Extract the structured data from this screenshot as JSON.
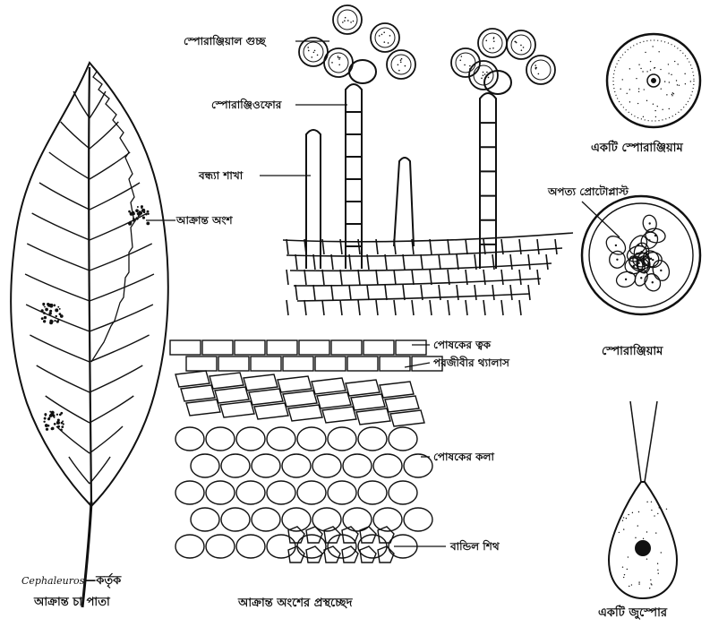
{
  "labels": {
    "sporangium_cluster": "স্পোরাঞ্জিয়াল গুচ্ছ",
    "sporangiophore": "স্পোরাঞ্জিওফোর",
    "sterile_branch": "বন্ধ্যা শাখা",
    "infected_part": "আক্রান্ত অংশ",
    "host_cuticle": "পোষকের ত্বক",
    "parasite_thallus": "পরজীবীর থ্যালাস",
    "host_tissue": "পোষকের কলা",
    "bundle_sheath": "বান্ডিল শিথ",
    "daughter_protoplast": "অপত্য প্রোটোপ্লাস্ট"
  },
  "captions": {
    "one_sporangium": "একটি স্পোরাঞ্জিয়াম",
    "sporangium": "স্পোরাঞ্জিয়াম",
    "one_zoospore": "একটি জুস্পোর",
    "section": "আক্রান্ত অংশের প্রস্থচ্ছেদ",
    "leaf_italic": "Cephaleuros",
    "leaf_suffix": "—কর্তৃক",
    "leaf_caption": "আক্রান্ত চা পাতা"
  },
  "style": {
    "ink": "#111111",
    "paper": "#ffffff"
  }
}
